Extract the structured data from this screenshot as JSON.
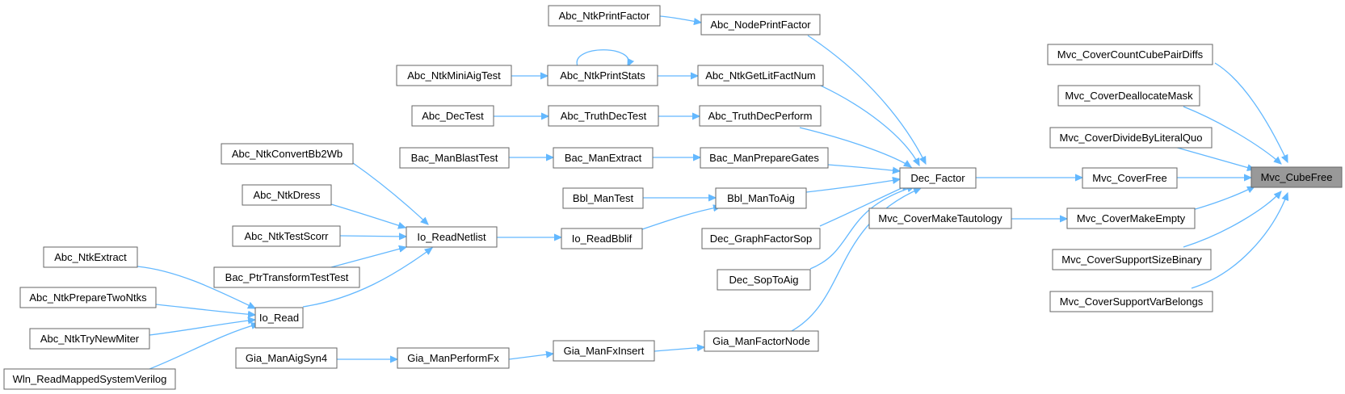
{
  "graph": {
    "colors": {
      "edge": "#63b8ff",
      "node_fill": "#ffffff",
      "node_border": "#666666",
      "target_fill": "#999999"
    },
    "nodes": {
      "Mvc_CubeFree": "Mvc_CubeFree",
      "Mvc_CoverCountCubePairDiffs": "Mvc_CoverCountCubePairDiffs",
      "Mvc_CoverDeallocateMask": "Mvc_CoverDeallocateMask",
      "Mvc_CoverDivideByLiteralQuo": "Mvc_CoverDivideByLiteralQuo",
      "Mvc_CoverFree": "Mvc_CoverFree",
      "Mvc_CoverMakeEmpty": "Mvc_CoverMakeEmpty",
      "Mvc_CoverSupportSizeBinary": "Mvc_CoverSupportSizeBinary",
      "Mvc_CoverSupportVarBelongs": "Mvc_CoverSupportVarBelongs",
      "Mvc_CoverMakeTautology": "Mvc_CoverMakeTautology",
      "Dec_Factor": "Dec_Factor",
      "Abc_NodePrintFactor": "Abc_NodePrintFactor",
      "Abc_NtkPrintFactor": "Abc_NtkPrintFactor",
      "Abc_NtkGetLitFactNum": "Abc_NtkGetLitFactNum",
      "Abc_NtkPrintStats": "Abc_NtkPrintStats",
      "Abc_NtkMiniAigTest": "Abc_NtkMiniAigTest",
      "Abc_TruthDecPerform": "Abc_TruthDecPerform",
      "Abc_TruthDecTest": "Abc_TruthDecTest",
      "Abc_DecTest": "Abc_DecTest",
      "Bac_ManPrepareGates": "Bac_ManPrepareGates",
      "Bac_ManExtract": "Bac_ManExtract",
      "Bac_ManBlastTest": "Bac_ManBlastTest",
      "Bbl_ManToAig": "Bbl_ManToAig",
      "Bbl_ManTest": "Bbl_ManTest",
      "Io_ReadBblif": "Io_ReadBblif",
      "Io_ReadNetlist": "Io_ReadNetlist",
      "Abc_NtkConvertBb2Wb": "Abc_NtkConvertBb2Wb",
      "Abc_NtkDress": "Abc_NtkDress",
      "Abc_NtkTestScorr": "Abc_NtkTestScorr",
      "Bac_PtrTransformTestTest": "Bac_PtrTransformTestTest",
      "Io_Read": "Io_Read",
      "Abc_NtkExtract": "Abc_NtkExtract",
      "Abc_NtkPrepareTwoNtks": "Abc_NtkPrepareTwoNtks",
      "Abc_NtkTryNewMiter": "Abc_NtkTryNewMiter",
      "Wln_ReadMappedSystemVerilog": "Wln_ReadMappedSystemVerilog",
      "Dec_GraphFactorSop": "Dec_GraphFactorSop",
      "Dec_SopToAig": "Dec_SopToAig",
      "Gia_ManFactorNode": "Gia_ManFactorNode",
      "Gia_ManFxInsert": "Gia_ManFxInsert",
      "Gia_ManPerformFx": "Gia_ManPerformFx",
      "Gia_ManAigSyn4": "Gia_ManAigSyn4"
    }
  }
}
